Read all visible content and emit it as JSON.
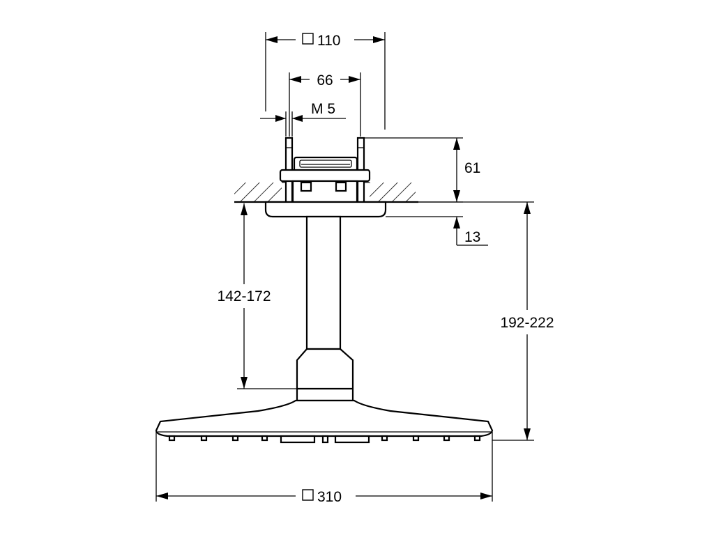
{
  "dimensions": {
    "mount_plate_width": {
      "symbol": "□",
      "value": "110"
    },
    "stud_spacing": {
      "value": "66"
    },
    "thread": {
      "value": "M 5"
    },
    "embed_depth": {
      "value": "61"
    },
    "plate_thickness": {
      "value": "13"
    },
    "arm_length": {
      "value": "142-172"
    },
    "total_height": {
      "value": "192-222"
    },
    "head_width": {
      "symbol": "□",
      "value": "310"
    }
  }
}
